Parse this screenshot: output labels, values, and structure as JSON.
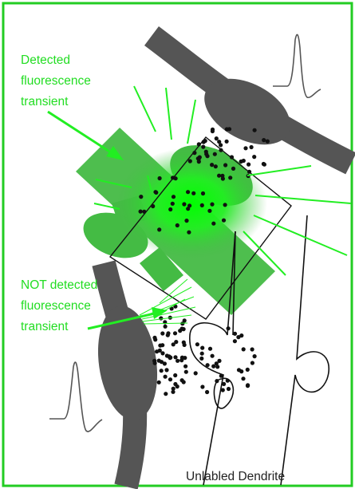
{
  "labels": {
    "detected": [
      "Detected",
      "fluorescence",
      "transient"
    ],
    "not_detected": [
      "NOT detected",
      "fluorescence",
      "transient"
    ],
    "unlabeled_dendrite": "Unlabled Dendrite"
  },
  "colors": {
    "frame": "#22cc22",
    "axon": "#555555",
    "green_fill": "#44bb44",
    "bright_green": "#00ff00",
    "ray": "#22ee22",
    "outline": "#111111"
  }
}
